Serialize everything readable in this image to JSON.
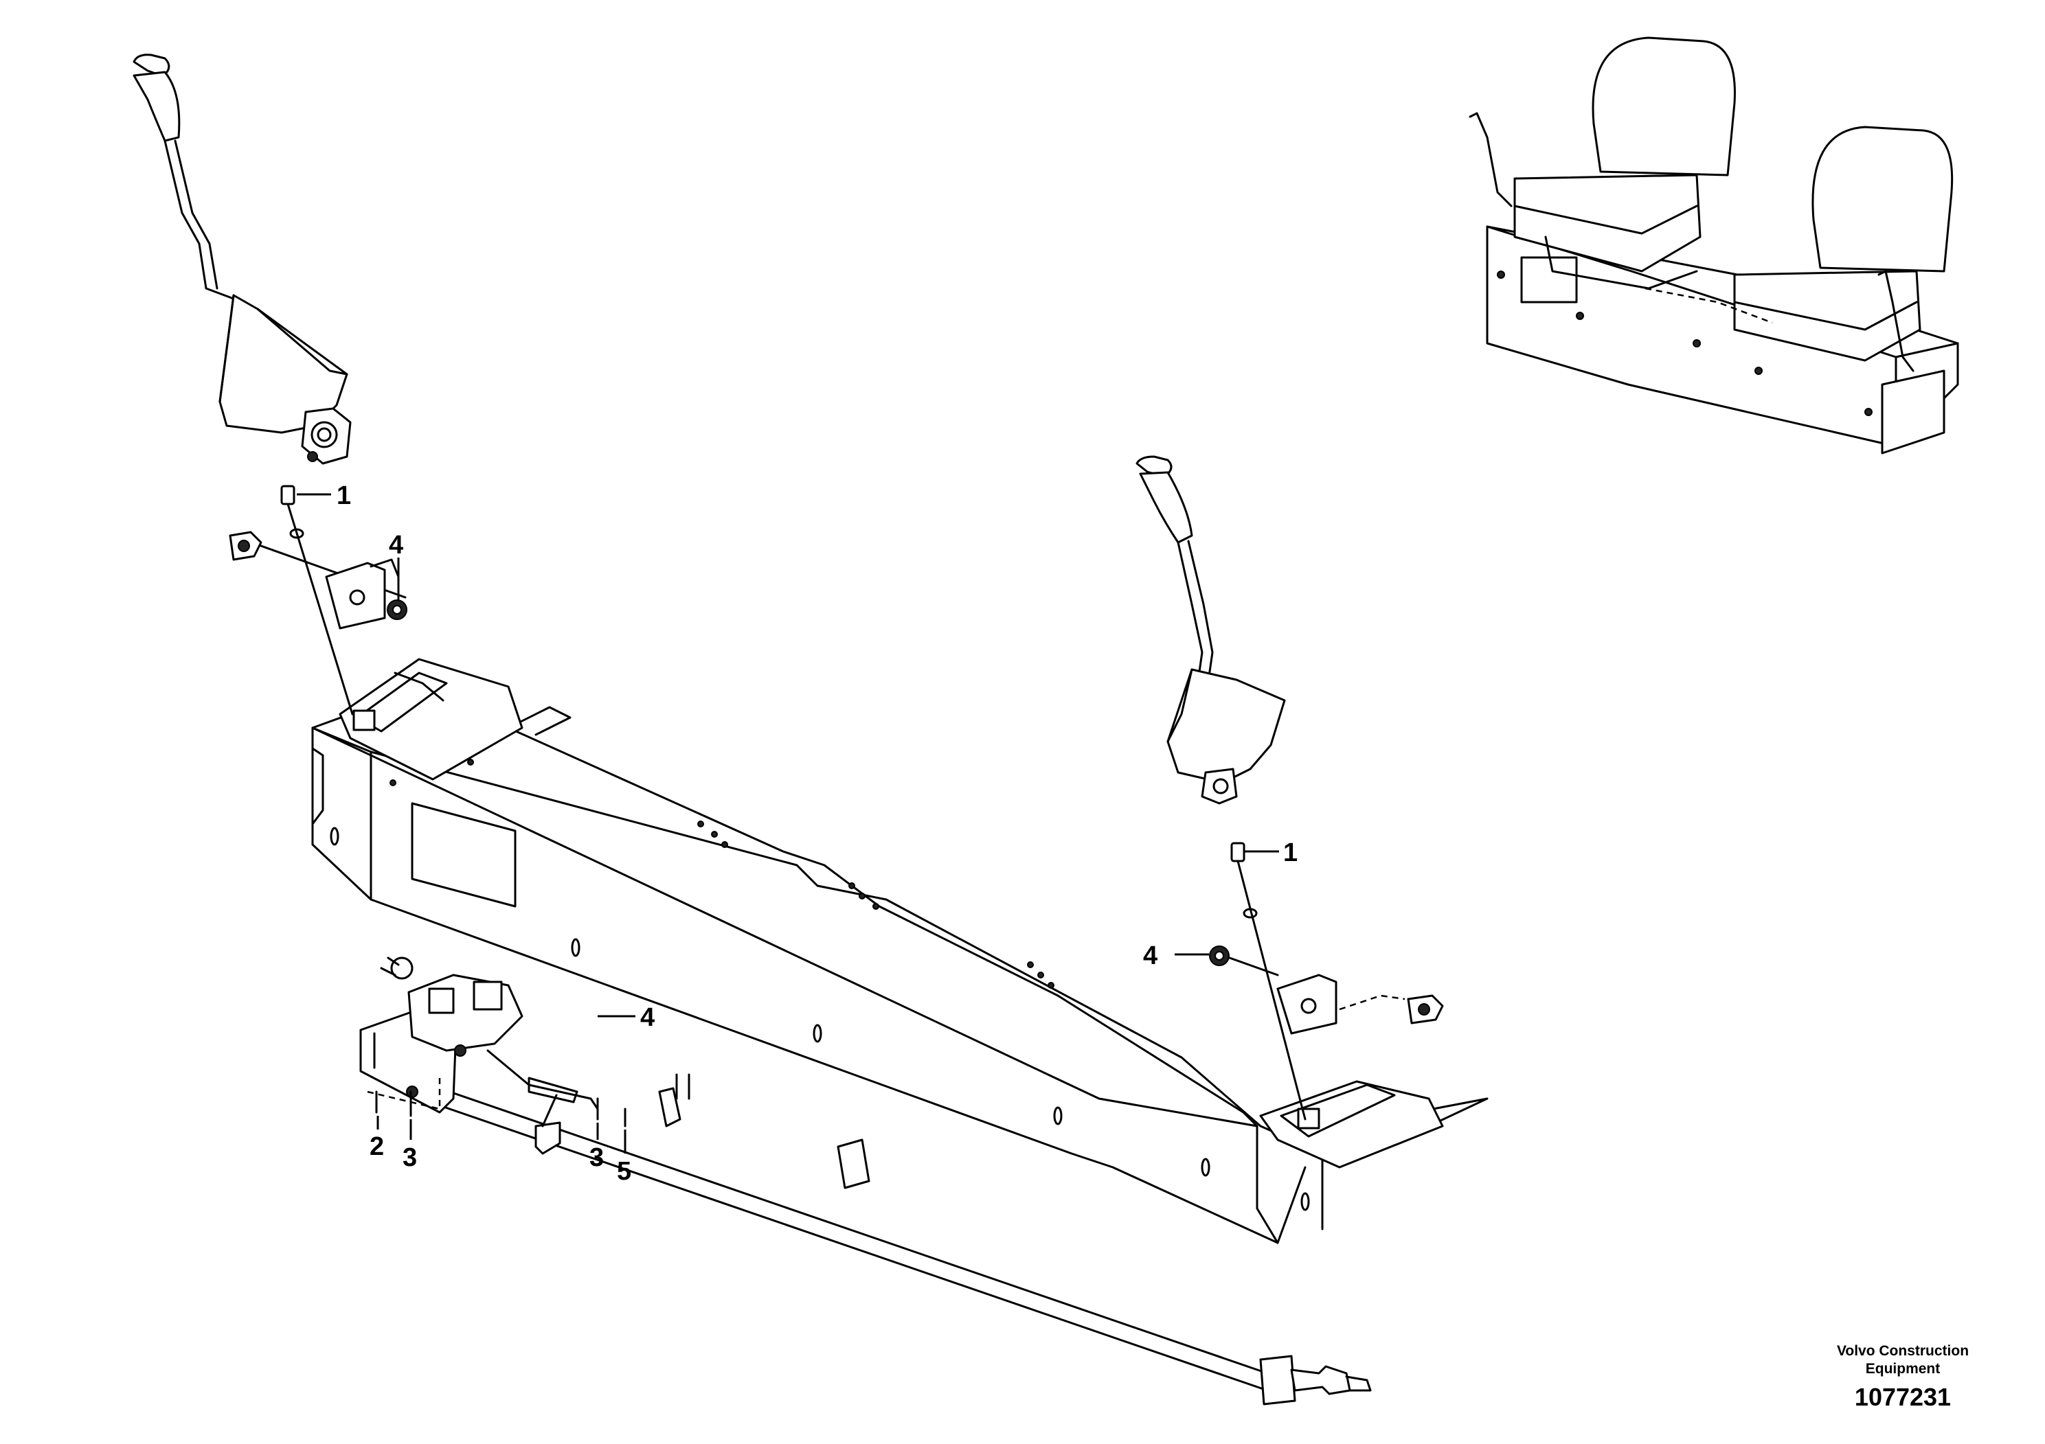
{
  "callouts": {
    "c1_left": "1",
    "c4_left": "4",
    "c1_right": "1",
    "c4_right": "4",
    "c4_bottom": "4",
    "c2": "2",
    "c3_a": "3",
    "c3_b": "3",
    "c5": "5"
  },
  "footer": {
    "company_line1": "Volvo Construction",
    "company_line2": "Equipment",
    "drawing_number": "1077231"
  }
}
